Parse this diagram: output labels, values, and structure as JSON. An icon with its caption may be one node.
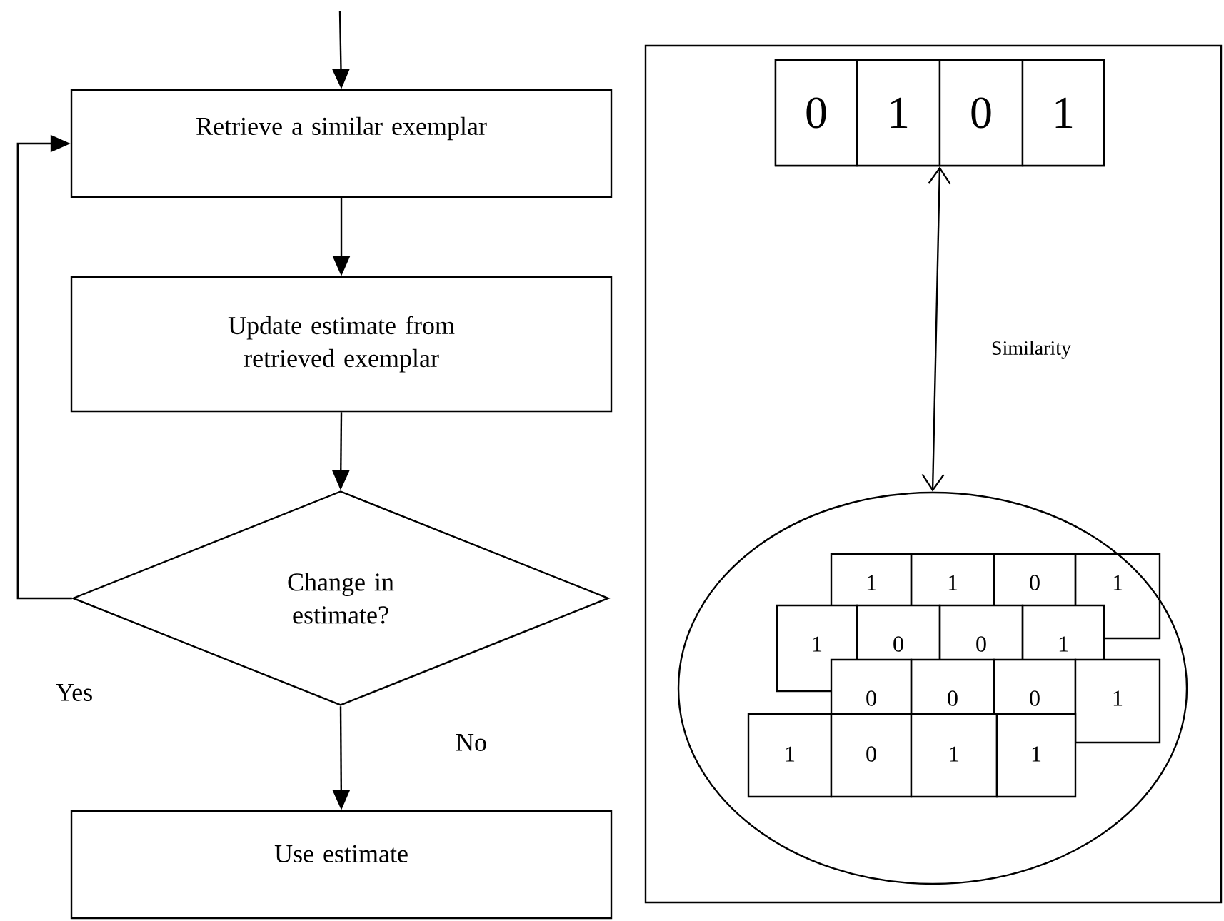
{
  "diagram": {
    "nodes": [
      {
        "text": [
          "Retrieve a similar exemplar"
        ]
      },
      {
        "text": [
          "Update estimate from retrieved exemplar"
        ]
      },
      {
        "text": [
          "Change in estimate?"
        ]
      },
      {
        "text": [
          "Use estimate"
        ]
      },
      {
        "text": [],
        "shape": "box"
      },
      {
        "text": [],
        "shape": "box",
        "in": 4
      },
      {
        "text": [
          "0"
        ],
        "in": 5
      },
      {
        "text": [
          "1"
        ],
        "in": 5
      },
      {
        "text": [
          "0"
        ],
        "in": 5
      },
      {
        "text": [
          "1"
        ],
        "in": 5
      },
      {
        "text": [],
        "shape": "ellipse",
        "in": 4
      },
      {
        "text": [
          "1"
        ],
        "in": 10
      },
      {
        "text": [
          "1"
        ],
        "in": 10
      },
      {
        "text": [
          "0"
        ],
        "in": 10
      },
      {
        "text": [
          "1"
        ],
        "in": 10
      },
      {
        "text": [
          "1"
        ],
        "in": 10
      },
      {
        "text": [
          "0"
        ],
        "in": 10
      },
      {
        "text": [
          "0"
        ],
        "in": 10
      },
      {
        "text": [
          "1"
        ],
        "in": 10
      },
      {
        "text": [
          "0"
        ],
        "in": 10
      },
      {
        "text": [
          "0"
        ],
        "in": 10
      },
      {
        "text": [
          "0"
        ],
        "in": 10
      },
      {
        "text": [
          "1"
        ],
        "in": 10
      },
      {
        "text": [
          "1"
        ],
        "in": 10
      },
      {
        "text": [
          "0"
        ],
        "in": 10
      },
      {
        "text": [
          "1"
        ],
        "in": 10
      },
      {
        "text": [
          "1"
        ],
        "in": 10
      }
    ],
    "edges": [
      {
        "from": null,
        "to": 0,
        "arrow": "to"
      },
      {
        "from": 0,
        "to": 1,
        "arrow": "to"
      },
      {
        "from": 1,
        "to": 2,
        "arrow": "to"
      },
      {
        "from": 2,
        "to": 0,
        "arrow": "to",
        "label": "Yes"
      },
      {
        "from": 2,
        "to": 3,
        "arrow": "to",
        "label": "No"
      },
      {
        "from": 5,
        "to": 10,
        "arrow": "both",
        "label": "Similarity"
      }
    ]
  }
}
